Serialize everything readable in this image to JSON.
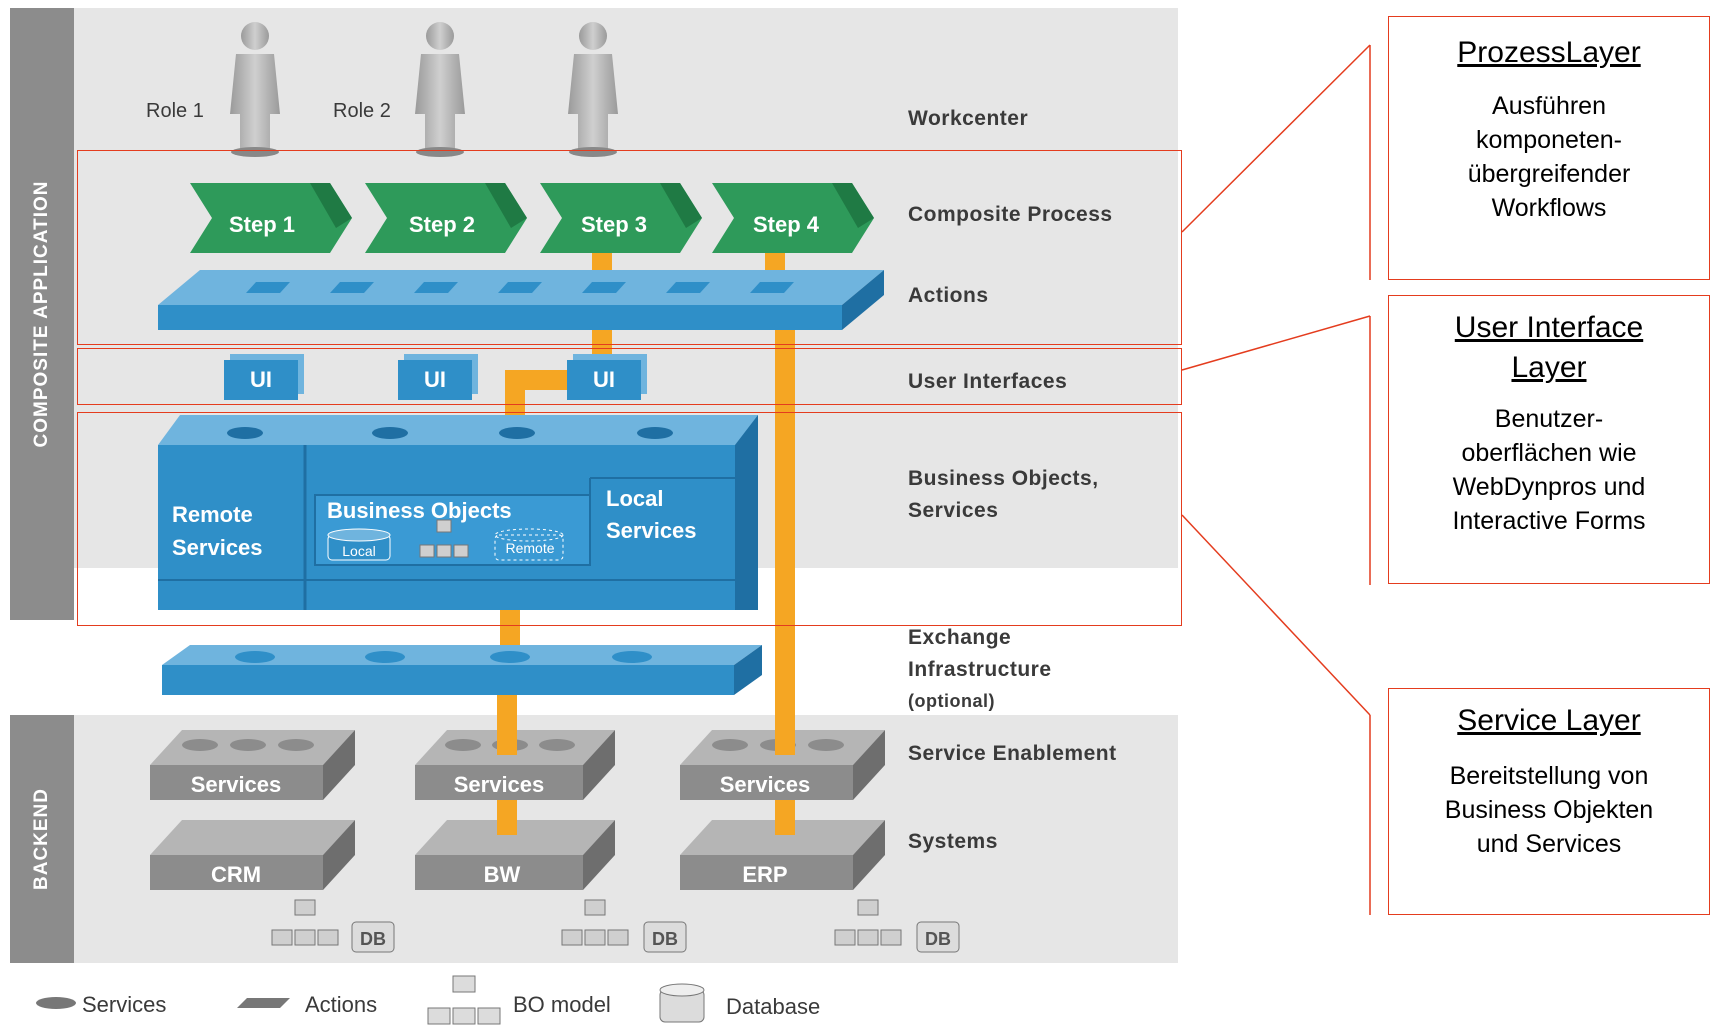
{
  "left_labels": {
    "composite": "COMPOSITE APPLICATION",
    "backend": "BACKEND"
  },
  "roles": [
    "Role 1",
    "Role 2"
  ],
  "steps": [
    "Step 1",
    "Step 2",
    "Step 3",
    "Step 4"
  ],
  "ui_boxes": [
    "UI",
    "UI",
    "UI"
  ],
  "layers": {
    "workcenter": "Workcenter",
    "composite_process": "Composite Process",
    "actions": "Actions",
    "user_interfaces": "User Interfaces",
    "bo_services_1": "Business Objects,",
    "bo_services_2": "Services",
    "exchange_1": "Exchange",
    "exchange_2": "Infrastructure",
    "exchange_3": "(optional)",
    "service_enablement": "Service Enablement",
    "systems": "Systems"
  },
  "bo_block": {
    "remote_1": "Remote",
    "remote_2": "Services",
    "bo_title": "Business Objects",
    "local_db": "Local",
    "remote_db": "Remote",
    "local_1": "Local",
    "local_2": "Services"
  },
  "backend": {
    "services": [
      "Services",
      "Services",
      "Services"
    ],
    "systems": [
      "CRM",
      "BW",
      "ERP"
    ],
    "db": "DB"
  },
  "legend": {
    "services": "Services",
    "actions": "Actions",
    "bo_model": "BO model",
    "database": "Database"
  },
  "side_boxes": {
    "prozess": {
      "title": "ProzessLayer",
      "body": [
        "Ausführen",
        "komponeten-",
        "übergreifender",
        "Workflows"
      ]
    },
    "ui": {
      "title_1": "User Interface",
      "title_2": "Layer",
      "body": [
        "Benutzer-",
        "oberflächen wie",
        "WebDynpros und",
        "Interactive Forms"
      ]
    },
    "service": {
      "title": "Service Layer",
      "body": [
        "Bereitstellung von",
        "Business Objekten",
        "und Services"
      ]
    }
  },
  "colors": {
    "accent_blue": "#2f8fc8",
    "step_green": "#2e9a5a",
    "connector_orange": "#f5a623",
    "frame_red": "#e43c1e",
    "system_grey": "#8c8c8c"
  }
}
